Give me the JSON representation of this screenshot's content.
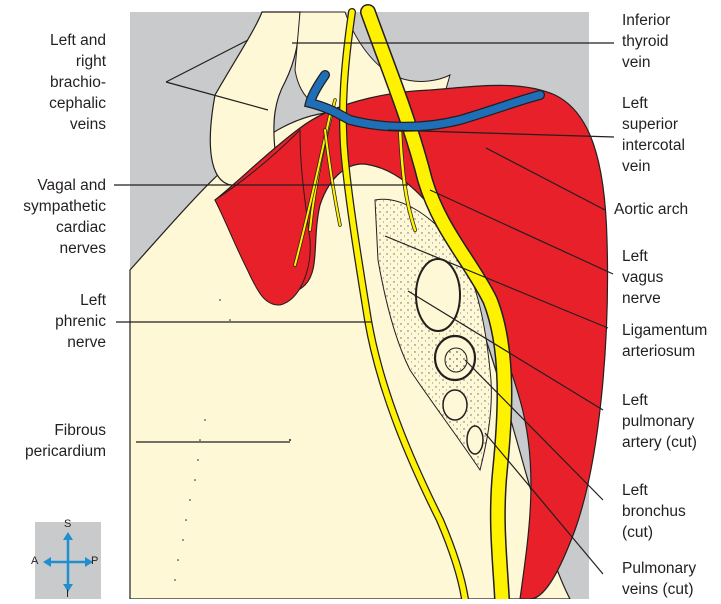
{
  "colors": {
    "background_panel": "#c8cacc",
    "tissue": "#fff8d6",
    "aorta_red": "#e8202a",
    "nerve_yellow": "#fff200",
    "vein_blue": "#1f6fb8",
    "line": "#231f20"
  },
  "labels_left": [
    {
      "id": "brachiocephalic",
      "lines": [
        "Left and",
        "right",
        "brachio-",
        "cephalic",
        "veins"
      ]
    },
    {
      "id": "cardiac_nerves",
      "lines": [
        "Vagal and",
        "sympathetic",
        "cardiac",
        "nerves"
      ]
    },
    {
      "id": "phrenic",
      "lines": [
        "Left",
        "phrenic",
        "nerve"
      ]
    },
    {
      "id": "pericardium",
      "lines": [
        "Fibrous",
        "pericardium"
      ]
    }
  ],
  "labels_right": [
    {
      "id": "thyroid_vein",
      "lines": [
        "Inferior",
        "thyroid",
        "vein"
      ]
    },
    {
      "id": "intercostal_vein",
      "lines": [
        "Left",
        "superior",
        "intercotal",
        "vein"
      ]
    },
    {
      "id": "aortic_arch",
      "lines": [
        "Aortic arch"
      ]
    },
    {
      "id": "vagus",
      "lines": [
        "Left",
        "vagus",
        "nerve"
      ]
    },
    {
      "id": "ligamentum",
      "lines": [
        "Ligamentum",
        "arteriosum"
      ]
    },
    {
      "id": "pulm_artery",
      "lines": [
        "Left",
        "pulmonary",
        "artery (cut)"
      ]
    },
    {
      "id": "bronchus",
      "lines": [
        "Left",
        "bronchus",
        "(cut)"
      ]
    },
    {
      "id": "pulm_veins",
      "lines": [
        "Pulmonary",
        "veins (cut)"
      ]
    }
  ],
  "compass": {
    "top": "S",
    "bottom": "I",
    "left": "A",
    "right": "P"
  }
}
